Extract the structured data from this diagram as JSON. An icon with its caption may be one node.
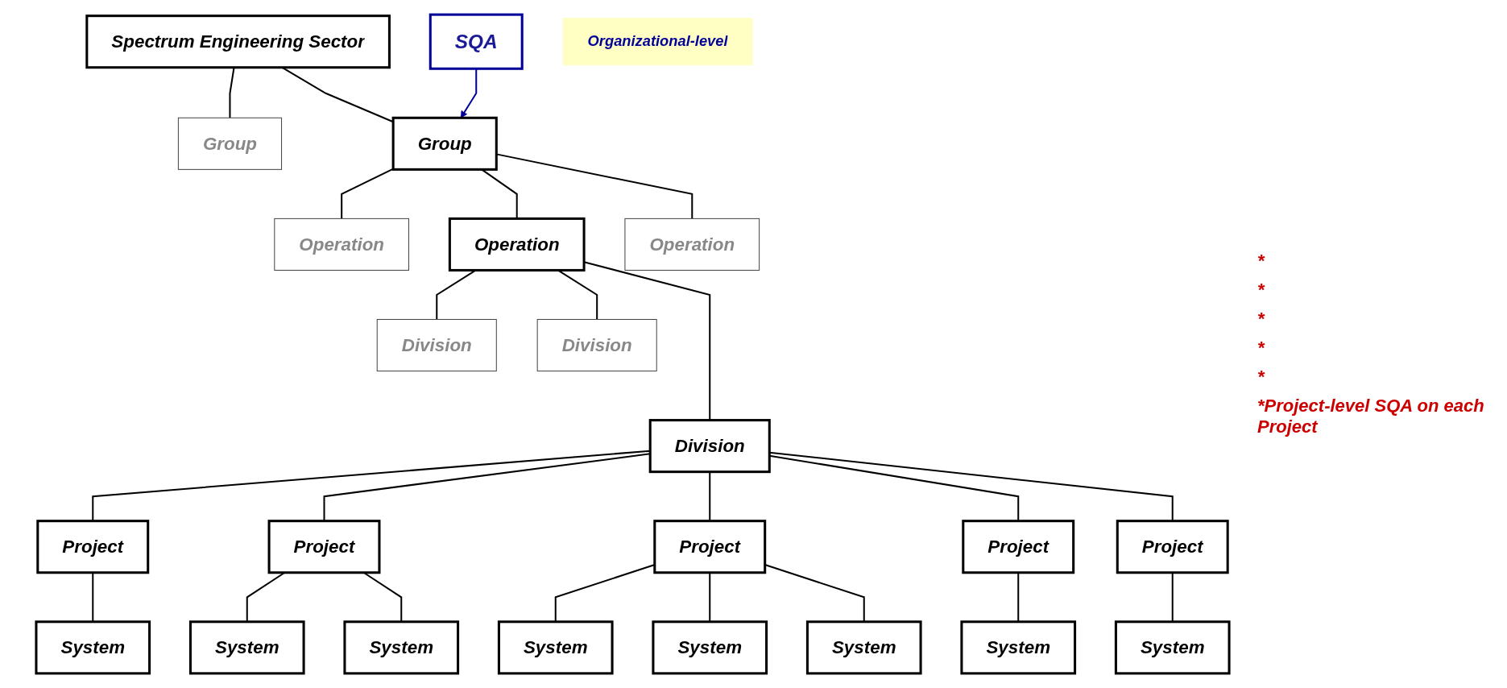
{
  "diagram": {
    "nodes": [
      {
        "text": [
          "Spectrum Engineering Sector"
        ]
      },
      {
        "text": [
          "Group"
        ]
      },
      {
        "text": [
          "Group"
        ]
      },
      {
        "text": [
          "SQA"
        ]
      },
      {
        "text": [
          "Operation"
        ]
      },
      {
        "text": [
          "Operation"
        ]
      },
      {
        "text": [
          "Operation"
        ]
      },
      {
        "text": [
          "Organizational-level"
        ]
      },
      {
        "text": [
          "Division"
        ]
      },
      {
        "text": [
          "Division"
        ]
      },
      {
        "text": [
          "Division"
        ]
      },
      {
        "text": [
          "Project"
        ]
      },
      {
        "text": [
          "Project"
        ]
      },
      {
        "text": [
          "Project"
        ]
      },
      {
        "text": [
          "Project"
        ]
      },
      {
        "text": [
          "Project"
        ]
      },
      {
        "text": [
          "System"
        ]
      },
      {
        "text": [
          "System"
        ]
      },
      {
        "text": [
          "System"
        ]
      },
      {
        "text": [
          "System"
        ]
      },
      {
        "text": [
          "System"
        ]
      },
      {
        "text": [
          "System"
        ]
      },
      {
        "text": [
          "System"
        ]
      },
      {
        "text": [
          "System"
        ]
      }
    ],
    "edges": [
      {
        "from": 0,
        "to": 1,
        "arrow": "none"
      },
      {
        "from": 0,
        "to": 2,
        "arrow": "none"
      },
      {
        "from": 3,
        "to": 2,
        "arrow": "to",
        "color": "#000099"
      },
      {
        "from": 2,
        "to": 4,
        "arrow": "none"
      },
      {
        "from": 2,
        "to": 5,
        "arrow": "none"
      },
      {
        "from": 2,
        "to": 6,
        "arrow": "none"
      },
      {
        "from": 5,
        "to": 8,
        "arrow": "none"
      },
      {
        "from": 5,
        "to": 9,
        "arrow": "none"
      },
      {
        "from": 5,
        "to": 10,
        "arrow": "none"
      },
      {
        "from": 9,
        "to": 11,
        "arrow": "none"
      },
      {
        "from": 9,
        "to": 12,
        "arrow": "none"
      },
      {
        "from": 9,
        "to": 13,
        "arrow": "none"
      },
      {
        "from": 9,
        "to": 14,
        "arrow": "none"
      },
      {
        "from": 9,
        "to": 15,
        "arrow": "none"
      },
      {
        "from": 11,
        "to": 16,
        "arrow": "none"
      },
      {
        "from": 12,
        "to": 17,
        "arrow": "none"
      },
      {
        "from": 12,
        "to": 18,
        "arrow": "none"
      },
      {
        "from": 13,
        "to": 19,
        "arrow": "none"
      },
      {
        "from": 13,
        "to": 20,
        "arrow": "none"
      },
      {
        "from": 13,
        "to": 21,
        "arrow": "none"
      },
      {
        "from": 14,
        "to": 22,
        "arrow": "none"
      },
      {
        "from": 15,
        "to": 23,
        "arrow": "none"
      }
    ],
    "labels": [
      "*",
      "*",
      "*",
      "*",
      "*",
      "*Project-level SQA on each Project"
    ]
  }
}
